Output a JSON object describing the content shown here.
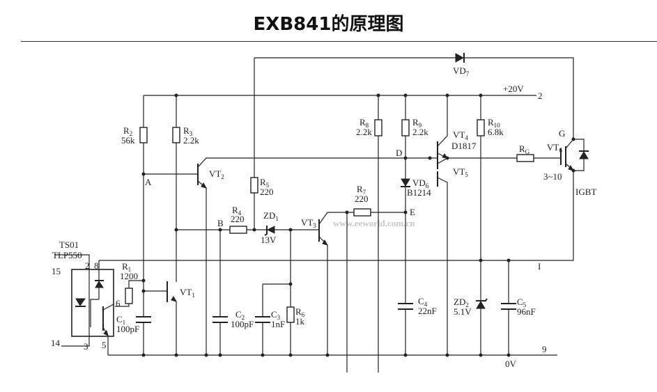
{
  "title": "EXB841的原理图",
  "watermark": "www.eeworld.com.cn",
  "labels": [
    {
      "id": "R2",
      "name": "R",
      "sub": "2",
      "value": "56k"
    },
    {
      "id": "R3",
      "name": "R",
      "sub": "3",
      "value": "2.2k"
    },
    {
      "id": "R5",
      "name": "R",
      "sub": "5",
      "value": "220"
    },
    {
      "id": "R4",
      "name": "R",
      "sub": "4",
      "value": "220"
    },
    {
      "id": "ZD1",
      "name": "ZD",
      "sub": "1",
      "value": "13V"
    },
    {
      "id": "VT3",
      "name": "VT",
      "sub": "3",
      "value": ""
    },
    {
      "id": "VT2",
      "name": "VT",
      "sub": "2",
      "value": ""
    },
    {
      "id": "VT1",
      "name": "VT",
      "sub": "1",
      "value": ""
    },
    {
      "id": "R1",
      "name": "R",
      "sub": "1",
      "value": "1200"
    },
    {
      "id": "C1",
      "name": "C",
      "sub": "1",
      "value": "100pF"
    },
    {
      "id": "C2",
      "name": "C",
      "sub": "2",
      "value": "100pF"
    },
    {
      "id": "C3",
      "name": "C",
      "sub": "3",
      "value": "1nF"
    },
    {
      "id": "R6",
      "name": "R",
      "sub": "6",
      "value": "1k"
    },
    {
      "id": "R7",
      "name": "R",
      "sub": "7",
      "value": "220"
    },
    {
      "id": "R8",
      "name": "R",
      "sub": "8",
      "value": "2.2k"
    },
    {
      "id": "R9",
      "name": "R",
      "sub": "9",
      "value": "2.2k"
    },
    {
      "id": "VD6",
      "name": "VD",
      "sub": "6",
      "value": "B1214"
    },
    {
      "id": "VT4",
      "name": "VT",
      "sub": "4",
      "value": "D1817"
    },
    {
      "id": "VT5",
      "name": "VT",
      "sub": "5",
      "value": ""
    },
    {
      "id": "R10",
      "name": "R",
      "sub": "10",
      "value": "6.8k"
    },
    {
      "id": "RG",
      "name": "R",
      "sub": "G",
      "value": ""
    },
    {
      "id": "VT6",
      "name": "VT",
      "sub": "6",
      "value": ""
    },
    {
      "id": "VD7",
      "name": "VD",
      "sub": "7",
      "value": ""
    },
    {
      "id": "C4",
      "name": "C",
      "sub": "4",
      "value": "22nF"
    },
    {
      "id": "ZD2",
      "name": "ZD",
      "sub": "2",
      "value": "5.1V"
    },
    {
      "id": "C5",
      "name": "C",
      "sub": "5",
      "value": "96nF"
    }
  ],
  "texts": {
    "node_a": "A",
    "node_b": "B",
    "node_d": "D",
    "node_e": "E",
    "node_g": "G",
    "node_i": "I",
    "supply": "+20V",
    "pin2": "2",
    "pin9": "9",
    "ground": "0V",
    "opto_name": "TS01",
    "opto_part": "TLP550",
    "opto_pin15": "15",
    "opto_pin14": "14",
    "opto_pin2": "2",
    "opto_pin8": "8",
    "opto_pin6": "6",
    "opto_pin3": "3",
    "opto_pin5": "5",
    "gate_range": "3~10",
    "igbt": "IGBT"
  }
}
